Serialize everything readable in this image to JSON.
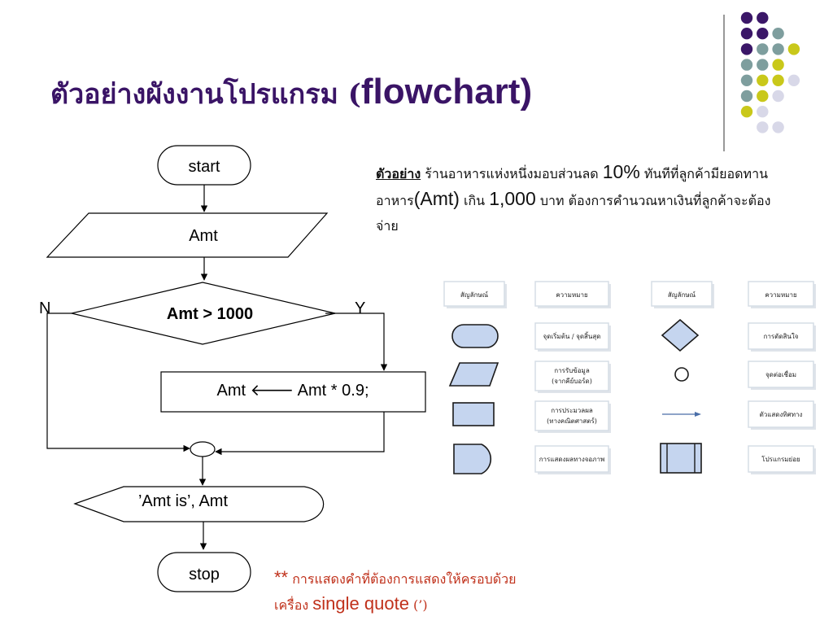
{
  "title": {
    "thai": "ตัวอย่างผังงานโปรแกรม (",
    "eng": "flowchart)"
  },
  "description": {
    "label": "ตัวอย่าง",
    "part1": " ร้านอาหารแห่งหนึ่งมอบส่วนลด ",
    "percent": "10%",
    "part2": " ทันทีที่ลูกค้ามียอดทานอาหาร",
    "amt": "(Amt)",
    "part3": " เกิน ",
    "amount": "1,000",
    "part4": " บาท ต้องการคำนวณหาเงินที่ลูกค้าจะต้องจ่าย"
  },
  "flowchart": {
    "start": "start",
    "input": "Amt",
    "decision": "Amt > 1000",
    "no": "N",
    "yes": "Y",
    "process": "Amt 🡐 Amt * 0.9;",
    "output": "’Amt is’, Amt",
    "stop": "stop"
  },
  "legend": {
    "headers": [
      "สัญลักษณ์",
      "ความหมาย",
      "สัญลักษณ์",
      "ความหมาย"
    ],
    "left": [
      "จุดเริ่มต้น / จุดสิ้นสุด",
      "การรับข้อมูล",
      "การประมวลผล",
      "การแสดงผลทางจอภาพ"
    ],
    "left_sub": [
      "",
      "(จากคีย์บอร์ด)",
      "(ทางคณิตศาสตร์)",
      ""
    ],
    "right": [
      "การตัดสินใจ",
      "จุดต่อเชื่อม",
      "ตัวแสดงทิศทาง",
      "โปรแกรมย่อย"
    ]
  },
  "note": {
    "stars": "**",
    "line1": " การแสดงคำที่ต้องการแสดงให้ครอบด้วย",
    "line2a": "เครื่อง ",
    "line2b": "single quote",
    "line2c": " (’)"
  },
  "colors": {
    "title": "#3a1466",
    "note": "#c0311b",
    "dot_purple": "#3b1768",
    "dot_teal": "#7e9e9e",
    "dot_yellow": "#c9c81a",
    "dot_lavender": "#d8d8e8",
    "legend_fill": "#c5d5ef"
  }
}
